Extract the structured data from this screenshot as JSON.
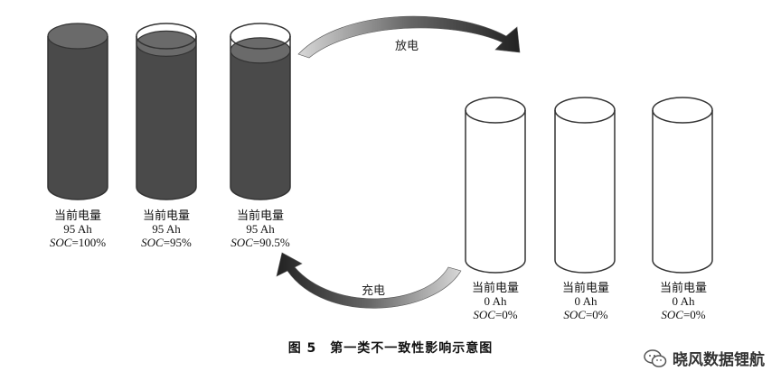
{
  "arrows": {
    "discharge_label": "放电",
    "charge_label": "充电"
  },
  "cells": [
    {
      "line1": "当前电量",
      "capacity": "95 Ah",
      "soc_prefix": "SOC",
      "soc_value": "=100%",
      "fill_fraction": 1.0
    },
    {
      "line1": "当前电量",
      "capacity": "95 Ah",
      "soc_prefix": "SOC",
      "soc_value": "=95%",
      "fill_fraction": 0.95
    },
    {
      "line1": "当前电量",
      "capacity": "95 Ah",
      "soc_prefix": "SOC",
      "soc_value": "=90.5%",
      "fill_fraction": 0.905
    },
    {
      "line1": "当前电量",
      "capacity": "0 Ah",
      "soc_prefix": "SOC",
      "soc_value": "=0%",
      "fill_fraction": 0.0
    },
    {
      "line1": "当前电量",
      "capacity": "0 Ah",
      "soc_prefix": "SOC",
      "soc_value": "=0%",
      "fill_fraction": 0.0
    },
    {
      "line1": "当前电量",
      "capacity": "0 Ah",
      "soc_prefix": "SOC",
      "soc_value": "=0%",
      "fill_fraction": 0.0
    }
  ],
  "caption": "图 5　第一类不一致性影响示意图",
  "watermark": "晓风数据锂航",
  "colors": {
    "liquid": "#4a4a4a",
    "liquid_top": "#6a6a6a",
    "outline": "#333333"
  }
}
